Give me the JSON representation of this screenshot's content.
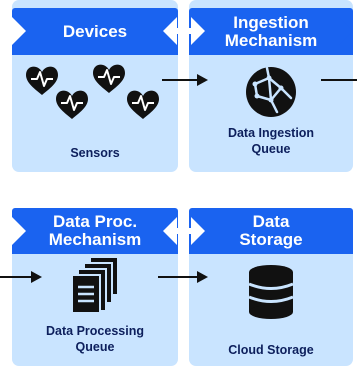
{
  "panels": {
    "devices": {
      "header": "Devices",
      "caption": "Sensors"
    },
    "ingestion": {
      "header_line1": "Ingestion",
      "header_line2": "Mechanism",
      "caption_line1": "Data Ingestion",
      "caption_line2": "Queue"
    },
    "processing": {
      "header_line1": "Data Proc.",
      "header_line2": "Mechanism",
      "caption_line1": "Data Processing",
      "caption_line2": "Queue"
    },
    "storage": {
      "header_line1": "Data",
      "header_line2": "Storage",
      "caption": "Cloud Storage"
    }
  },
  "colors": {
    "header": "#1a63f0",
    "panel": "#c9e4ff",
    "caption": "#0d1f5c",
    "icon": "#111111"
  },
  "icons": {
    "devices": "heart-pulse-icon",
    "ingestion": "network-ball-icon",
    "processing": "document-stack-icon",
    "storage": "database-icon"
  }
}
